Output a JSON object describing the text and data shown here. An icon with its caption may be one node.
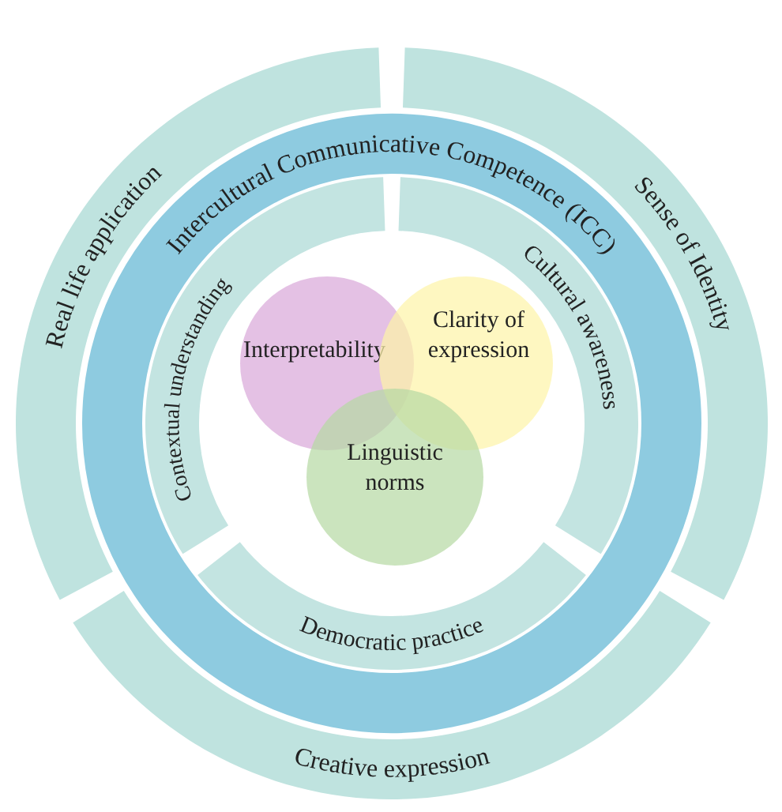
{
  "diagram": {
    "nodes": [
      {
        "text": [
          "Real life application"
        ]
      },
      {
        "text": [
          "Sense of Identity"
        ]
      },
      {
        "text": [
          "Creative expression"
        ]
      },
      {
        "text": [
          "Intercultural Communicative Competence (ICC)"
        ]
      },
      {
        "text": [
          "Contextual understanding"
        ],
        "in": 3
      },
      {
        "text": [
          "Cultural awareness"
        ],
        "in": 3
      },
      {
        "text": [
          "Democratic practice"
        ],
        "in": 3
      },
      {
        "text": [
          "Interpretability"
        ],
        "in": 3
      },
      {
        "text": [
          "Clarity of expression"
        ],
        "in": 3
      },
      {
        "text": [
          "Linguistic norms"
        ],
        "in": 3
      }
    ]
  }
}
